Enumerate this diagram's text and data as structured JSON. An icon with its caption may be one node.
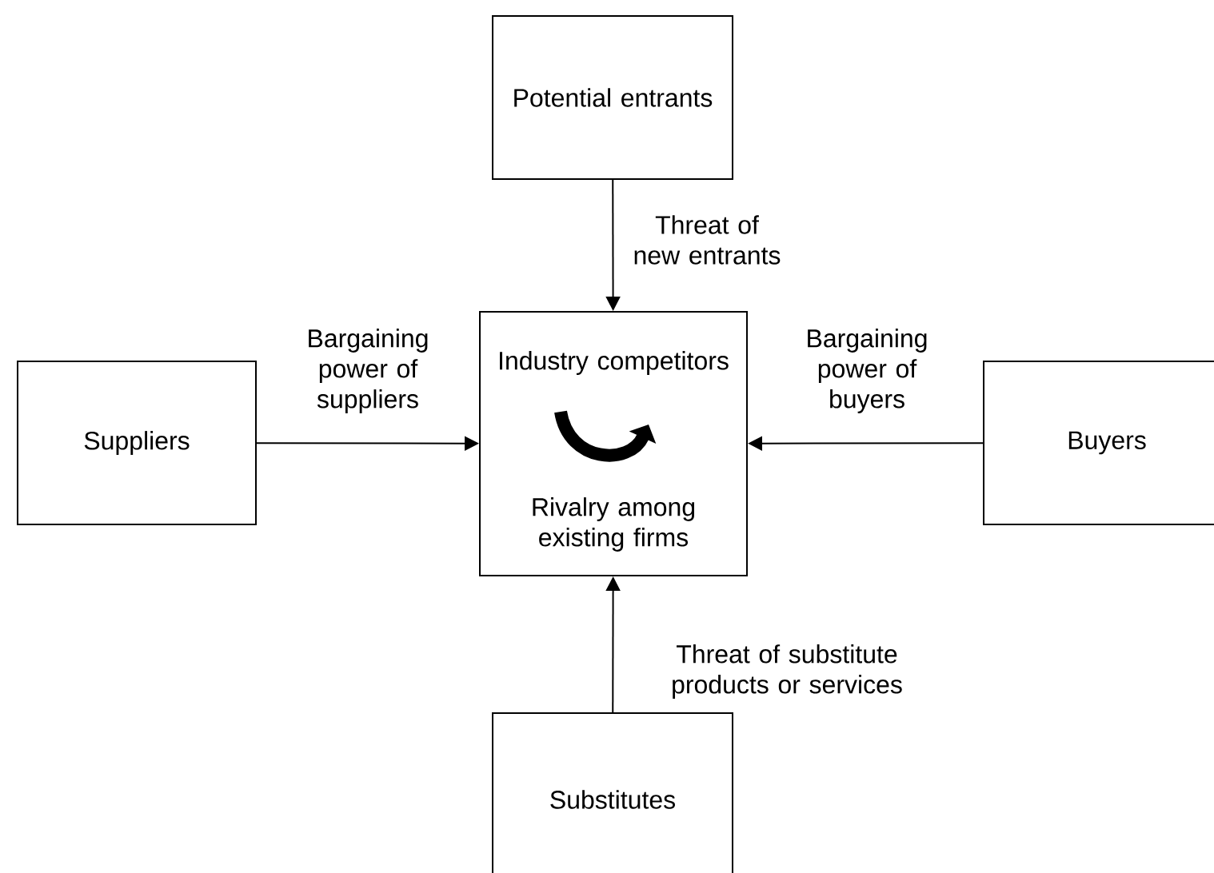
{
  "diagram": {
    "nodes": [
      {
        "text": [
          "Potential entrants"
        ]
      },
      {
        "text": [
          "Industry competitors",
          "Rivalry among existing firms"
        ]
      },
      {
        "text": [
          "Suppliers"
        ]
      },
      {
        "text": [
          "Buyers"
        ]
      },
      {
        "text": [
          "Substitutes"
        ]
      }
    ],
    "edges": [
      {
        "from": 0,
        "to": 1,
        "arrow": "to",
        "label": "Threat of new entrants"
      },
      {
        "from": 2,
        "to": 1,
        "arrow": "to",
        "label": "Bargaining power of suppliers"
      },
      {
        "from": 3,
        "to": 1,
        "arrow": "to",
        "label": "Bargaining power of buyers"
      },
      {
        "from": 4,
        "to": 1,
        "arrow": "to",
        "label": "Threat of substitute products or services"
      }
    ]
  }
}
